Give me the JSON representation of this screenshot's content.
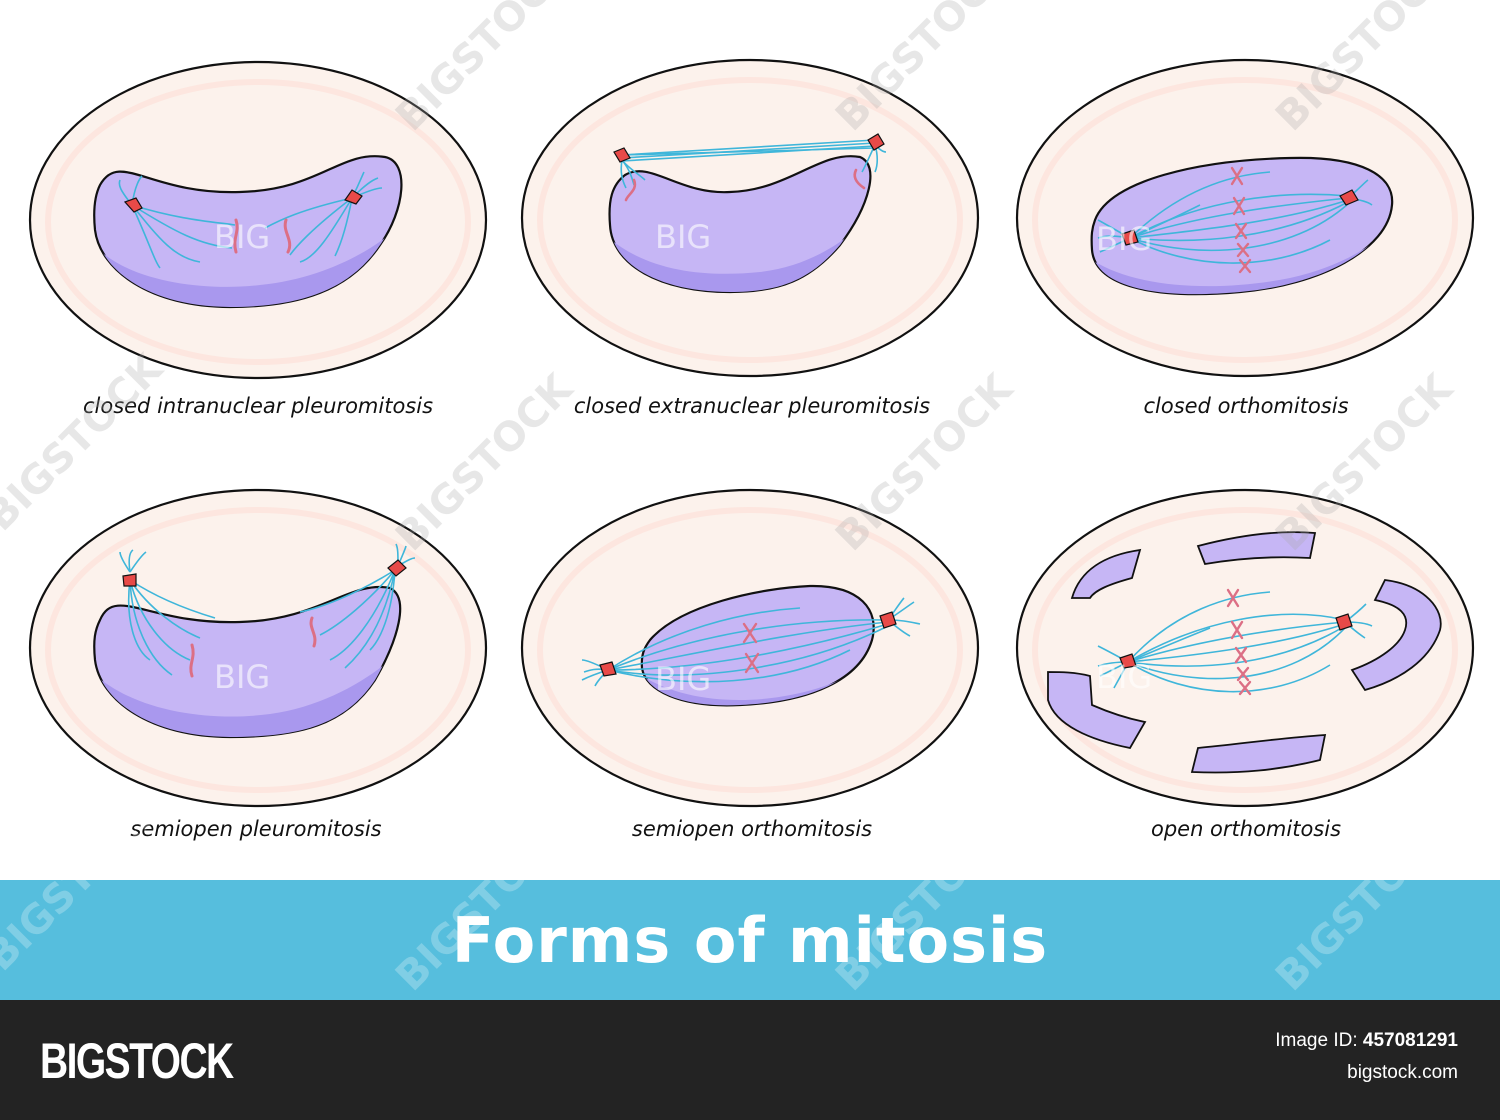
{
  "panels": [
    {
      "id": "p1",
      "caption": "closed intranuclear pleuromitosis"
    },
    {
      "id": "p2",
      "caption": "closed extranuclear pleuromitosis"
    },
    {
      "id": "p3",
      "caption": "closed orthomitosis"
    },
    {
      "id": "p4",
      "caption": "semiopen pleuromitosis"
    },
    {
      "id": "p5",
      "caption": "semiopen orthomitosis"
    },
    {
      "id": "p6",
      "caption": "open orthomitosis"
    }
  ],
  "inner_watermark": "BIG",
  "title": "Forms of mitosis",
  "watermark": "BIGSTOCK",
  "footer": {
    "logo": "BIGSTOCK",
    "image_id_label": "Image ID:",
    "image_id": "457081291",
    "site": "bigstock.com"
  },
  "colors": {
    "cell_fill": "#fcf2ec",
    "cell_inner": "#fde6df",
    "nucleus_fill": "#c6b6f5",
    "nucleus_shade": "#a998ee",
    "spindle": "#3fb6da",
    "centrosome": "#e84a48",
    "chromosome": "#dc6f85",
    "banner": "#56bedd",
    "footer_bg": "#232323"
  }
}
